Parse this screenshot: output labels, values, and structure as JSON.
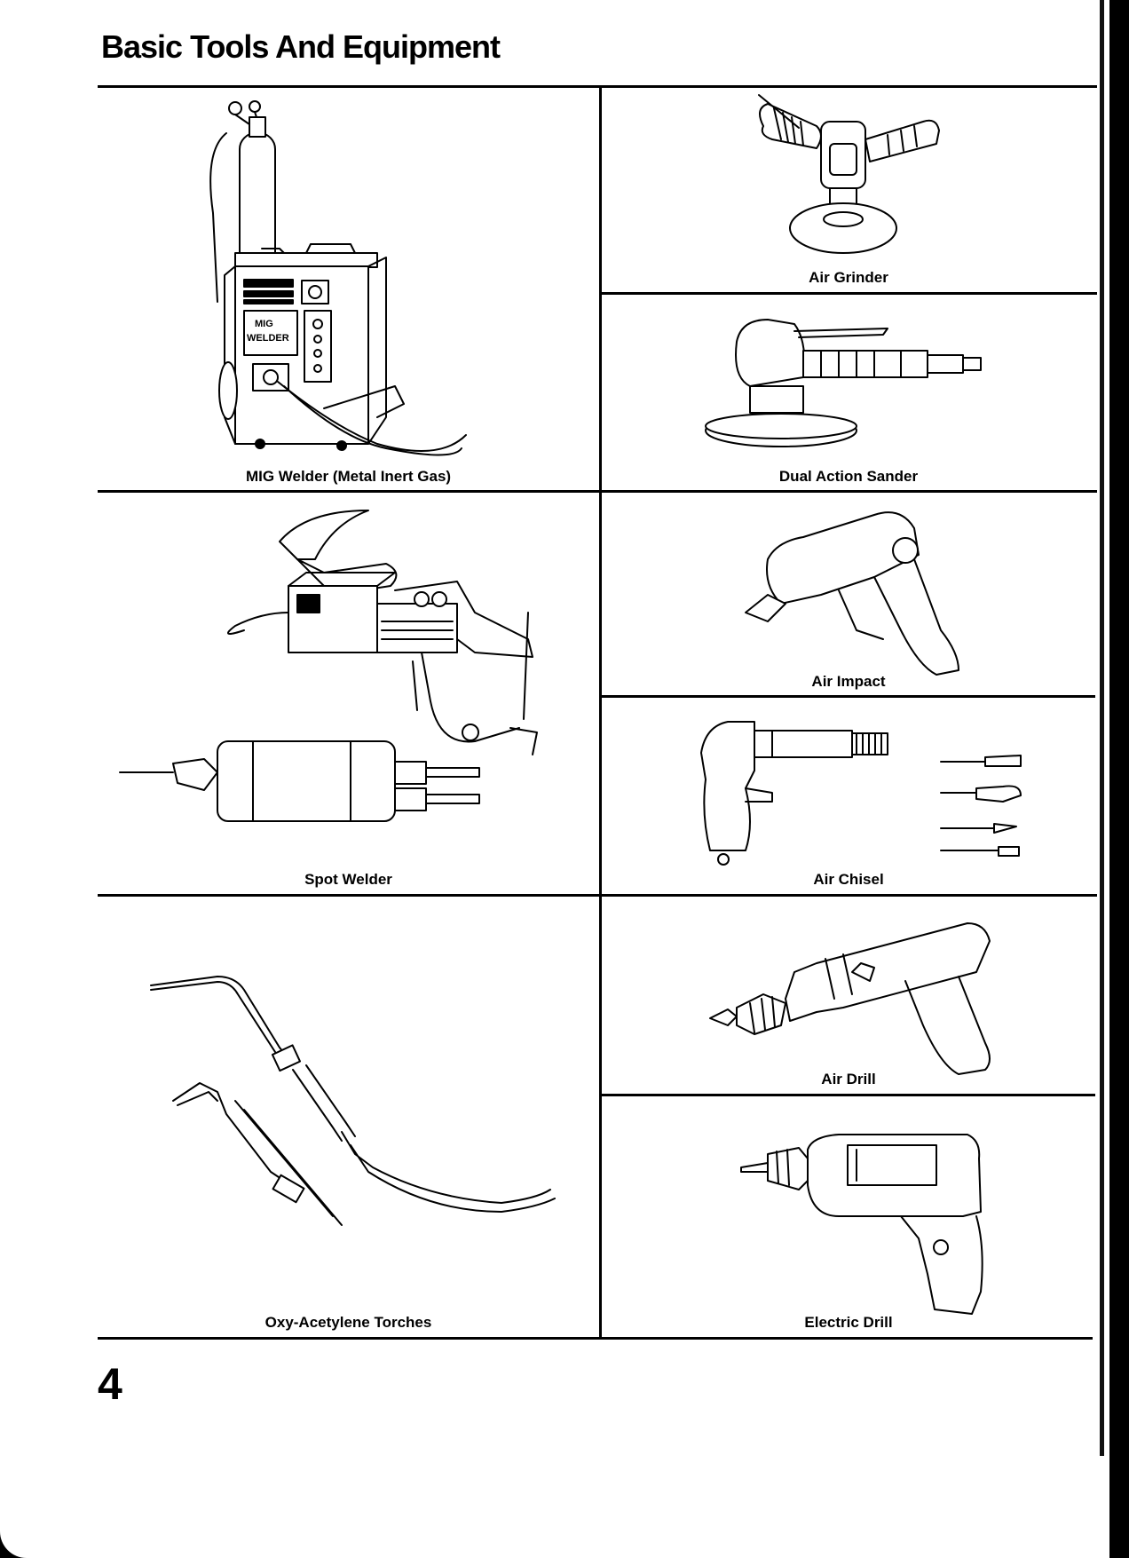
{
  "page": {
    "title": "Basic Tools And Equipment",
    "page_number": "4"
  },
  "tools": {
    "mig_welder": {
      "caption": "MIG Welder (Metal Inert Gas)",
      "panel_text_1": "MIG",
      "panel_text_2": "WELDER"
    },
    "air_grinder": {
      "caption": "Air Grinder"
    },
    "dual_action_sander": {
      "caption": "Dual Action Sander"
    },
    "spot_welder": {
      "caption": "Spot Welder"
    },
    "air_impact": {
      "caption": "Air Impact"
    },
    "air_chisel": {
      "caption": "Air Chisel"
    },
    "oxy_acetylene_torches": {
      "caption": "Oxy-Acetylene Torches"
    },
    "air_drill": {
      "caption": "Air Drill"
    },
    "electric_drill": {
      "caption": "Electric Drill"
    }
  }
}
